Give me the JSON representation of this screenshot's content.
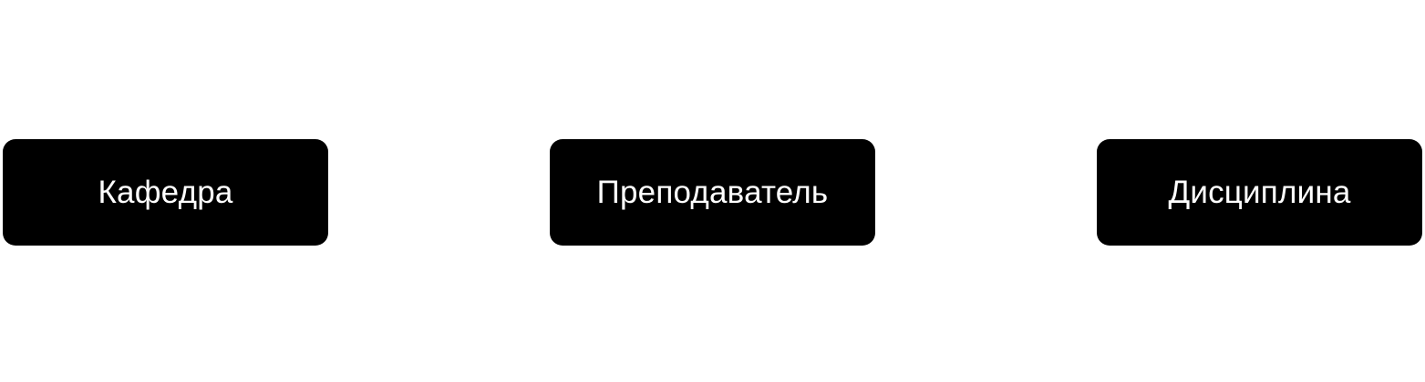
{
  "diagram": {
    "nodes": [
      {
        "label": "Кафедра"
      },
      {
        "label": "Преподаватель"
      },
      {
        "label": "Дисциплина"
      }
    ]
  },
  "colors": {
    "background": "#ffffff",
    "node_fill": "#000000",
    "node_text": "#ffffff"
  }
}
